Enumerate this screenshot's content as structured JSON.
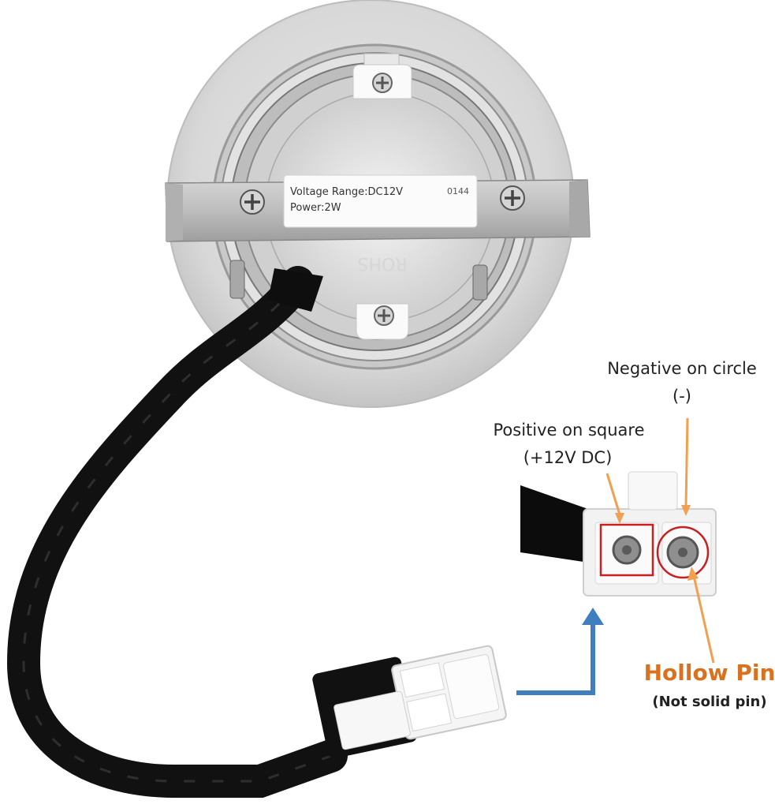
{
  "label": {
    "line1": "Voltage Range:DC12V",
    "line2": "Power:2W",
    "code": "0144"
  },
  "rohs": "ROHS",
  "annotations": {
    "positive_line1": "Positive on square",
    "positive_line2": "(+12V DC)",
    "negative_line1": "Negative on circle",
    "negative_line2": "(-)",
    "hollow_pin": "Hollow Pin",
    "not_solid": "(Not solid pin)"
  },
  "colors": {
    "annotation_orange": "#f0a050",
    "hollow_text": "#d9711f",
    "highlight_red": "#c62020",
    "arrow_blue": "#3f7fc0",
    "cable": "#111111"
  },
  "icons": {
    "screw": "phillips-screw-icon",
    "arrow": "blue-elbow-arrow-icon"
  }
}
